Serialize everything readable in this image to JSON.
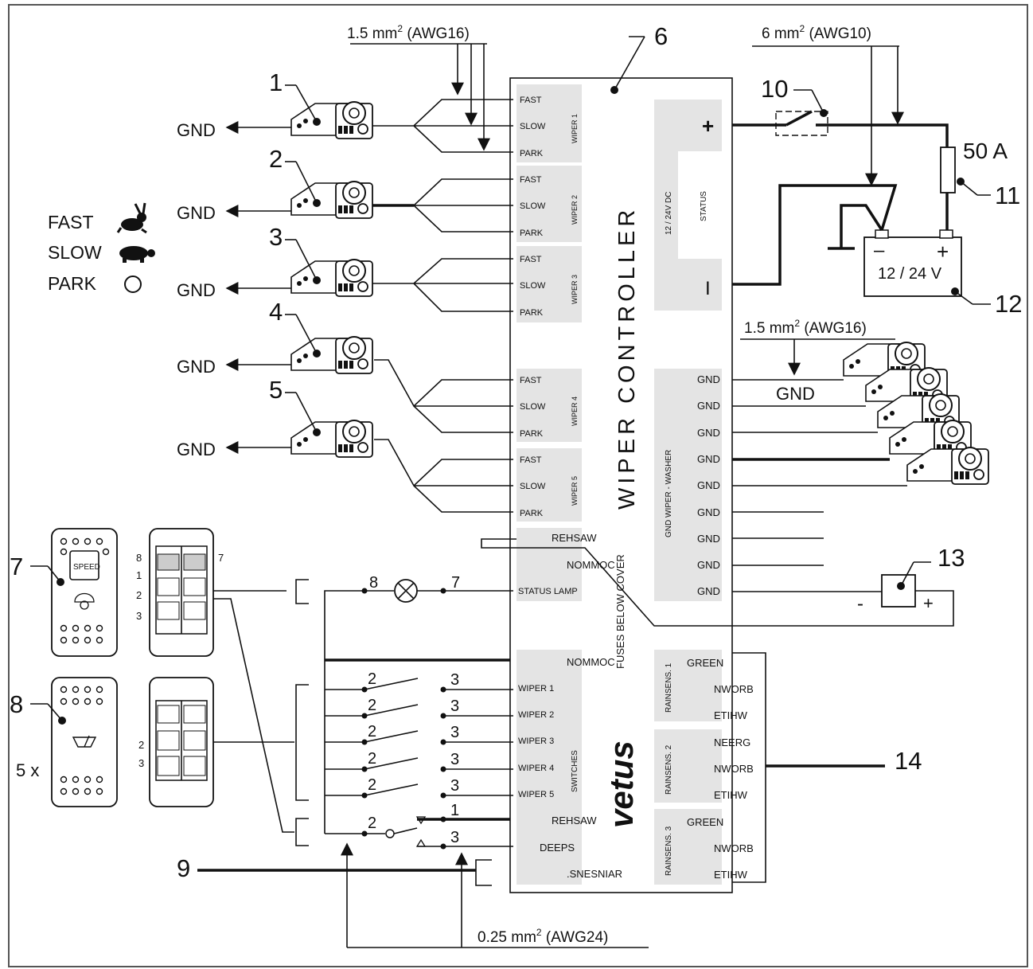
{
  "controller": {
    "title": "WIPER CONTROLLER",
    "fuses_note": "FUSES BELOW COVER",
    "brand": "vetus",
    "wiper_channels": [
      {
        "group": "WIPER 1",
        "fast": "FAST",
        "slow": "SLOW",
        "park": "PARK"
      },
      {
        "group": "WIPER 2",
        "fast": "FAST",
        "slow": "SLOW",
        "park": "PARK"
      },
      {
        "group": "WIPER 3",
        "fast": "FAST",
        "slow": "SLOW",
        "park": "PARK"
      },
      {
        "group": "WIPER 4",
        "fast": "FAST",
        "slow": "SLOW",
        "park": "PARK"
      },
      {
        "group": "WIPER 5",
        "fast": "FAST",
        "slow": "SLOW",
        "park": "PARK"
      }
    ],
    "power": {
      "plus": "+",
      "minus": "I",
      "voltage": "12 / 24V DC",
      "status": "STATUS"
    },
    "gnd_block": {
      "group": "GND WIPER - WASHER",
      "terminals": [
        "GND",
        "GND",
        "GND",
        "GND",
        "GND",
        "GND",
        "GND",
        "GND",
        "GND"
      ]
    },
    "washer_rows": {
      "washer": "REHSAW",
      "common": "NOMMOC",
      "status_lamp": "STATUS LAMP"
    },
    "switch_block": {
      "group": "SWITCHES",
      "common": "NOMMOC",
      "inputs": [
        "WIPER 1",
        "WIPER 2",
        "WIPER 3",
        "WIPER 4",
        "WIPER 5"
      ],
      "washer": "REHSAW",
      "speed": "DEEPS",
      "rainsens": ".SNESNIAR"
    },
    "rainsensors": [
      {
        "group": "RAINSENS. 1",
        "wires": [
          "GREEN",
          "NWORB",
          "ETIHW"
        ]
      },
      {
        "group": "RAINSENS. 2",
        "wires": [
          "NEERG",
          "NWORB",
          "ETIHW"
        ]
      },
      {
        "group": "RAINSENS. 3",
        "wires": [
          "GREEN",
          "NWORB",
          "ETIHW"
        ]
      }
    ]
  },
  "callouts": [
    "1",
    "2",
    "3",
    "4",
    "5",
    "6",
    "7",
    "8",
    "9",
    "10",
    "11",
    "12",
    "13",
    "14"
  ],
  "wire_specs": {
    "top_left": {
      "size": "1.5 mm",
      "sup": "2",
      "awg": "(AWG16)"
    },
    "top_right": {
      "size": "6 mm",
      "sup": "2",
      "awg": "(AWG10)"
    },
    "right": {
      "size": "1.5 mm",
      "sup": "2",
      "awg": "(AWG16)"
    },
    "bottom": {
      "size": "0.25 mm",
      "sup": "2",
      "awg": "(AWG24)"
    }
  },
  "gnd_label": "GND",
  "legend": {
    "fast": "FAST",
    "slow": "SLOW",
    "park": "PARK"
  },
  "fuse_rating": "50 A",
  "battery": {
    "label": "12 / 24 V",
    "minus": "–",
    "plus": "+"
  },
  "pump": {
    "minus": "-",
    "plus": "+"
  },
  "panel_switch": {
    "speed_text": "SPEED",
    "pin_top_left": "8",
    "pin_top_right": "7",
    "pins_left": [
      "1",
      "2",
      "3"
    ],
    "pins_left_b": [
      "2",
      "3"
    ],
    "count": "5 x"
  },
  "lamp_pins": {
    "left": "8",
    "right": "7"
  },
  "switch_pins": {
    "in": "2",
    "out": "3",
    "washer_out": "1"
  }
}
